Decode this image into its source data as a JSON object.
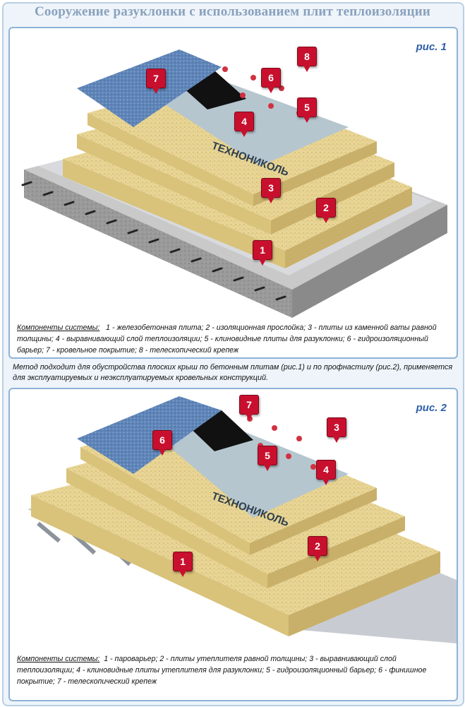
{
  "title": "Сооружение разуклонки с использованием плит теплоизоляции",
  "figure1": {
    "label": "рис. 1",
    "caption_head": "Компоненты системы:",
    "caption_body": "1 - железобетонная плита; 2 - изоляционная прослойка; 3 - плиты из каменной ваты равной толщины; 4 - выравнивающий слой теплоизоляции; 5 - клиновидные плиты для разуклонки; 6 - гидроизоляционный барьер; 7 - кровельное покрытие; 8 - телескопический крепеж",
    "pins": [
      "1",
      "2",
      "3",
      "4",
      "5",
      "6",
      "7",
      "8"
    ],
    "membrane_text": "ТЕХНОНИКОЛЬ"
  },
  "middle_text": "Метод подходит для обустройства плоских крыш по бетонным плитам (рис.1) и по профнастилу (рис.2), применяется для эксплуатируемых и неэксплуатируемых кровельных конструкций.",
  "figure2": {
    "label": "рис. 2",
    "caption_head": "Компоненты системы:",
    "caption_body": "1 - пароварьер; 2 - плиты утеплителя равной толщины; 3 - выравнивающий слой теплоизоляции; 4 - клиновидные плиты утеплителя для разуклонки; 5 - гидроизоляционный барьер; 6 - финишное покрытие; 7 - телескопический крепеж",
    "pins": [
      "1",
      "2",
      "3",
      "4",
      "5",
      "6",
      "7"
    ],
    "membrane_text": "ТЕХНОНИКОЛЬ"
  },
  "colors": {
    "title": "#8aa1bd",
    "pin": "#c8102e",
    "wool": "#e6d28f",
    "concrete": "#9a9a9a",
    "roofing": "#5f85b8",
    "figure_label": "#2e5ea8"
  }
}
